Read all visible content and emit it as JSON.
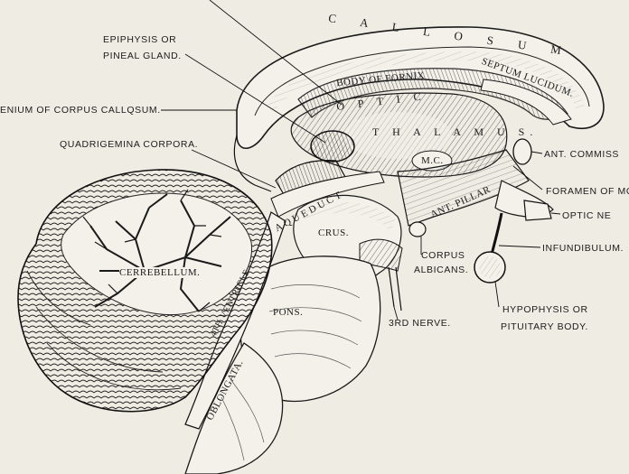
{
  "labels": {
    "epiphysis_line1": "EPIPHYSIS OR",
    "epiphysis_line2": "PINEAL GLAND.",
    "splenium": "ENIUM OF CORPUS CALLQSUM.",
    "quadrigemina": "QUADRIGEMINA CORPORA.",
    "ant_commissure": "ANT. COMMISS",
    "foramen": "FORAMEN OF MO",
    "optic_nerve": "OPTIC NE",
    "infundibulum": "INFUNDIBULUM.",
    "corpus_albicans_line1": "CORPUS",
    "corpus_albicans_line2": "ALBICANS.",
    "hypophysis_line1": "HYPOPHYSIS OR",
    "hypophysis_line2": "PITUITARY BODY.",
    "third_nerve": "3RD NERVE."
  },
  "inner_labels": {
    "callosum": "C A L L O S U M.",
    "body_of_fornix": "BODY OF FORNIX",
    "septum_lucidum": "SEPTUM LUCIDUM.",
    "optic": "O P T I C",
    "thalamus": "T H A L A M U S.",
    "mc": "M.C.",
    "aqueduct": "AQUEDUCT",
    "ant_pillar": "ANT. PILLAR",
    "crus": "CRUS.",
    "cerebellum": "CERREBELLUM.",
    "fourth_ventricle": "4TH VENTRICLE",
    "pons": "PONS.",
    "oblongata": "OBLONGATA."
  }
}
